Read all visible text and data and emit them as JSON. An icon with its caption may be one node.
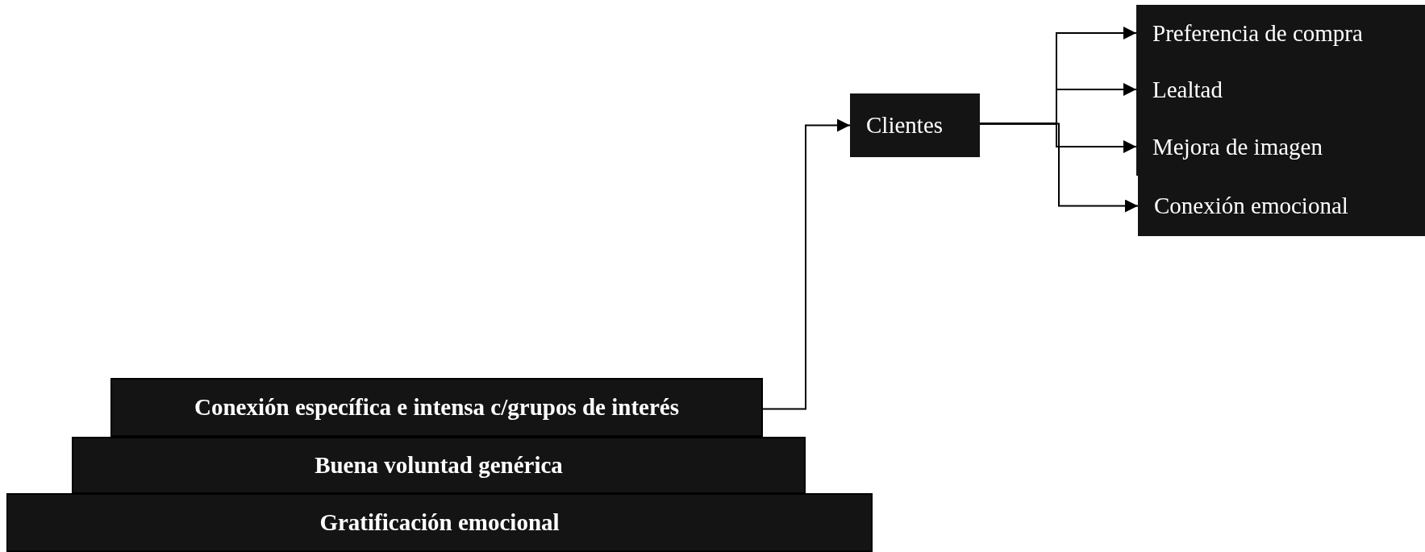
{
  "diagram": {
    "nodes": [
      {
        "text": [
          "Clientes"
        ]
      },
      {
        "text": [
          "Preferencia de compra"
        ]
      },
      {
        "text": [
          "Lealtad"
        ]
      },
      {
        "text": [
          "Mejora de imagen"
        ]
      },
      {
        "text": [
          "Conexión emocional"
        ]
      },
      {
        "text": [
          "Conexión específica e intensa c/grupos de interés"
        ]
      },
      {
        "text": [
          "Buena voluntad genérica"
        ]
      },
      {
        "text": [
          "Gratificación emocional"
        ]
      }
    ],
    "edges": [
      {
        "from": 5,
        "to": 0,
        "arrow": "to"
      },
      {
        "from": 0,
        "to": 1,
        "arrow": "to"
      },
      {
        "from": 0,
        "to": 2,
        "arrow": "to"
      },
      {
        "from": 0,
        "to": 3,
        "arrow": "to"
      },
      {
        "from": 0,
        "to": 4,
        "arrow": "to"
      }
    ]
  }
}
